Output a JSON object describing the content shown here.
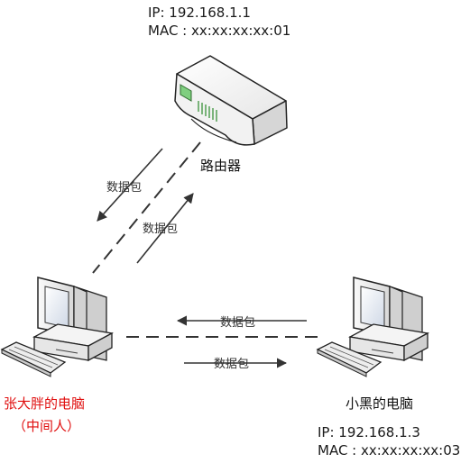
{
  "router": {
    "ip": "IP: 192.168.1.1",
    "mac": "MAC : xx:xx:xx:xx:01",
    "label": "路由器"
  },
  "attacker": {
    "label": "张大胖的电脑",
    "sublabel": "（中间人）",
    "label_color": "#e01010"
  },
  "victim": {
    "label": "小黑的电脑",
    "ip": "IP: 192.168.1.3",
    "mac": "MAC : xx:xx:xx:xx:03"
  },
  "packets": {
    "router_to_attacker": "数据包",
    "attacker_to_router": "数据包",
    "victim_to_attacker": "数据包",
    "attacker_to_victim": "数据包"
  },
  "icons": [
    "router-icon",
    "attacker-computer-icon",
    "victim-computer-icon"
  ]
}
